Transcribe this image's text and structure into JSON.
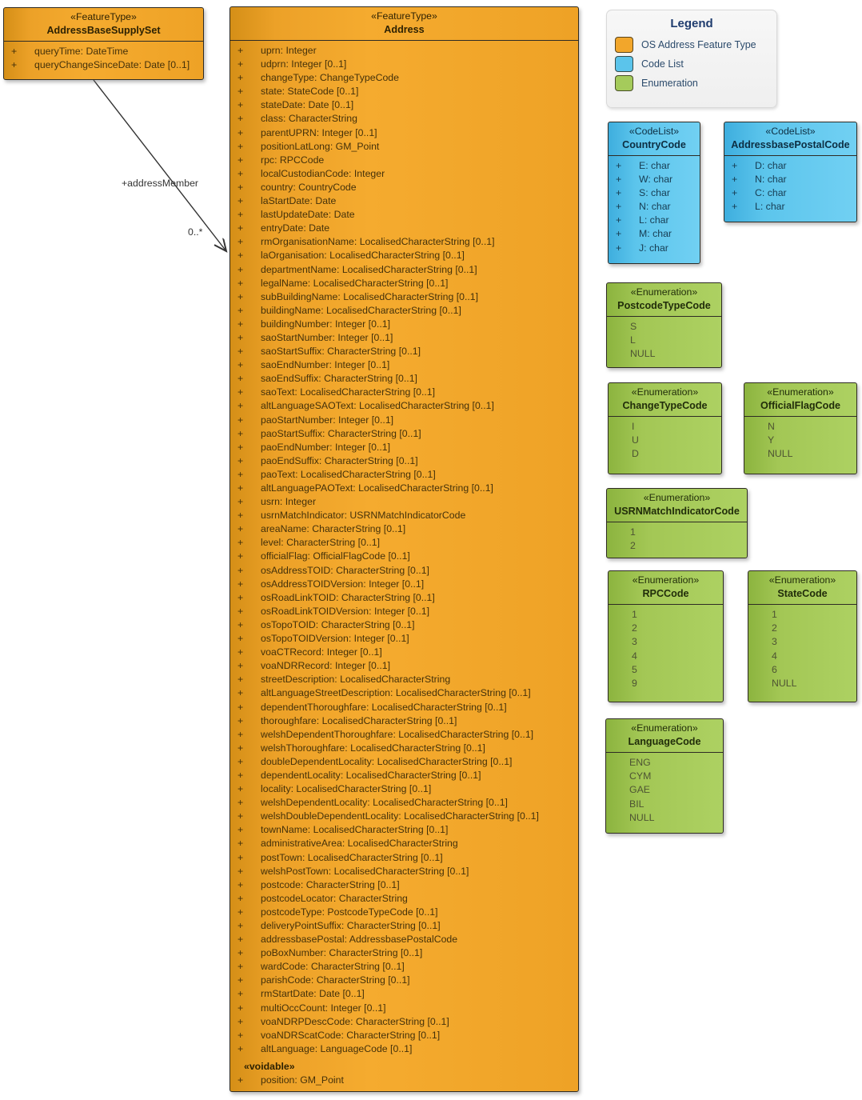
{
  "diagram": {
    "association": {
      "label": "+addressMember",
      "multiplicity": "0..*"
    },
    "legend": {
      "title": "Legend",
      "items": [
        {
          "label": "OS Address Feature Type",
          "color": "#F2A62B"
        },
        {
          "label": "Code List",
          "color": "#5BC4EB"
        },
        {
          "label": "Enumeration",
          "color": "#A5CB5B"
        }
      ]
    },
    "feature_types": {
      "supply_set": {
        "stereotype": "«FeatureType»",
        "name": "AddressBaseSupplySet",
        "attributes": [
          "queryTime: DateTime",
          "queryChangeSinceDate: Date [0..1]"
        ]
      },
      "address": {
        "stereotype": "«FeatureType»",
        "name": "Address",
        "attributes": [
          "uprn: Integer",
          "udprn: Integer [0..1]",
          "changeType: ChangeTypeCode",
          "state: StateCode [0..1]",
          "stateDate: Date [0..1]",
          "class: CharacterString",
          "parentUPRN: Integer [0..1]",
          "positionLatLong: GM_Point",
          "rpc: RPCCode",
          "localCustodianCode: Integer",
          "country: CountryCode",
          "laStartDate: Date",
          "lastUpdateDate: Date",
          "entryDate: Date",
          "rmOrganisationName: LocalisedCharacterString [0..1]",
          "laOrganisation: LocalisedCharacterString [0..1]",
          "departmentName: LocalisedCharacterString [0..1]",
          "legalName: LocalisedCharacterString [0..1]",
          "subBuildingName: LocalisedCharacterString [0..1]",
          "buildingName: LocalisedCharacterString [0..1]",
          "buildingNumber: Integer [0..1]",
          "saoStartNumber: Integer [0..1]",
          "saoStartSuffix: CharacterString [0..1]",
          "saoEndNumber: Integer [0..1]",
          "saoEndSuffix: CharacterString [0..1]",
          "saoText: LocalisedCharacterString [0..1]",
          "altLanguageSAOText: LocalisedCharacterString [0..1]",
          "paoStartNumber: Integer [0..1]",
          "paoStartSuffix: CharacterString [0..1]",
          "paoEndNumber: Integer [0..1]",
          "paoEndSuffix: CharacterString [0..1]",
          "paoText: LocalisedCharacterString [0..1]",
          "altLanguagePAOText: LocalisedCharacterString [0..1]",
          "usrn: Integer",
          "usrnMatchIndicator: USRNMatchIndicatorCode",
          "areaName: CharacterString [0..1]",
          "level: CharacterString [0..1]",
          "officialFlag: OfficialFlagCode [0..1]",
          "osAddressTOID: CharacterString [0..1]",
          "osAddressTOIDVersion: Integer [0..1]",
          "osRoadLinkTOID: CharacterString [0..1]",
          "osRoadLinkTOIDVersion: Integer [0..1]",
          "osTopoTOID: CharacterString [0..1]",
          "osTopoTOIDVersion: Integer [0..1]",
          "voaCTRecord: Integer [0..1]",
          "voaNDRRecord: Integer [0..1]",
          "streetDescription: LocalisedCharacterString",
          "altLanguageStreetDescription: LocalisedCharacterString [0..1]",
          "dependentThoroughfare: LocalisedCharacterString [0..1]",
          "thoroughfare: LocalisedCharacterString [0..1]",
          "welshDependentThoroughfare: LocalisedCharacterString [0..1]",
          "welshThoroughfare: LocalisedCharacterString [0..1]",
          "doubleDependentLocality: LocalisedCharacterString [0..1]",
          "dependentLocality: LocalisedCharacterString [0..1]",
          "locality: LocalisedCharacterString [0..1]",
          "welshDependentLocality: LocalisedCharacterString [0..1]",
          "welshDoubleDependentLocality: LocalisedCharacterString [0..1]",
          "townName: LocalisedCharacterString [0..1]",
          "administrativeArea: LocalisedCharacterString",
          "postTown: LocalisedCharacterString [0..1]",
          "welshPostTown: LocalisedCharacterString [0..1]",
          "postcode: CharacterString [0..1]",
          "postcodeLocator: CharacterString",
          "postcodeType: PostcodeTypeCode [0..1]",
          "deliveryPointSuffix: CharacterString [0..1]",
          "addressbasePostal: AddressbasePostalCode",
          "poBoxNumber: CharacterString [0..1]",
          "wardCode: CharacterString [0..1]",
          "parishCode: CharacterString [0..1]",
          "rmStartDate: Date [0..1]",
          "multiOccCount: Integer [0..1]",
          "voaNDRPDescCode: CharacterString [0..1]",
          "voaNDRScatCode: CharacterString [0..1]",
          "altLanguage: LanguageCode [0..1]"
        ],
        "voidable": {
          "stereotype": "«voidable»",
          "attributes": [
            "position: GM_Point"
          ]
        }
      }
    },
    "code_lists": [
      {
        "stereotype": "«CodeList»",
        "name": "CountryCode",
        "attributes": [
          "E: char",
          "W: char",
          "S: char",
          "N: char",
          "L: char",
          "M: char",
          "J: char"
        ]
      },
      {
        "stereotype": "«CodeList»",
        "name": "AddressbasePostalCode",
        "attributes": [
          "D: char",
          "N: char",
          "C: char",
          "L: char"
        ]
      }
    ],
    "enumerations": [
      {
        "stereotype": "«Enumeration»",
        "name": "PostcodeTypeCode",
        "literals": [
          "S",
          "L",
          "NULL"
        ]
      },
      {
        "stereotype": "«Enumeration»",
        "name": "ChangeTypeCode",
        "literals": [
          "I",
          "U",
          "D"
        ]
      },
      {
        "stereotype": "«Enumeration»",
        "name": "OfficialFlagCode",
        "literals": [
          "N",
          "Y",
          "NULL"
        ]
      },
      {
        "stereotype": "«Enumeration»",
        "name": "USRNMatchIndicatorCode",
        "literals": [
          "1",
          "2"
        ]
      },
      {
        "stereotype": "«Enumeration»",
        "name": "RPCCode",
        "literals": [
          "1",
          "2",
          "3",
          "4",
          "5",
          "9"
        ]
      },
      {
        "stereotype": "«Enumeration»",
        "name": "StateCode",
        "literals": [
          "1",
          "2",
          "3",
          "4",
          "6",
          "NULL"
        ]
      },
      {
        "stereotype": "«Enumeration»",
        "name": "LanguageCode",
        "literals": [
          "ENG",
          "CYM",
          "GAE",
          "BIL",
          "NULL"
        ]
      }
    ]
  }
}
